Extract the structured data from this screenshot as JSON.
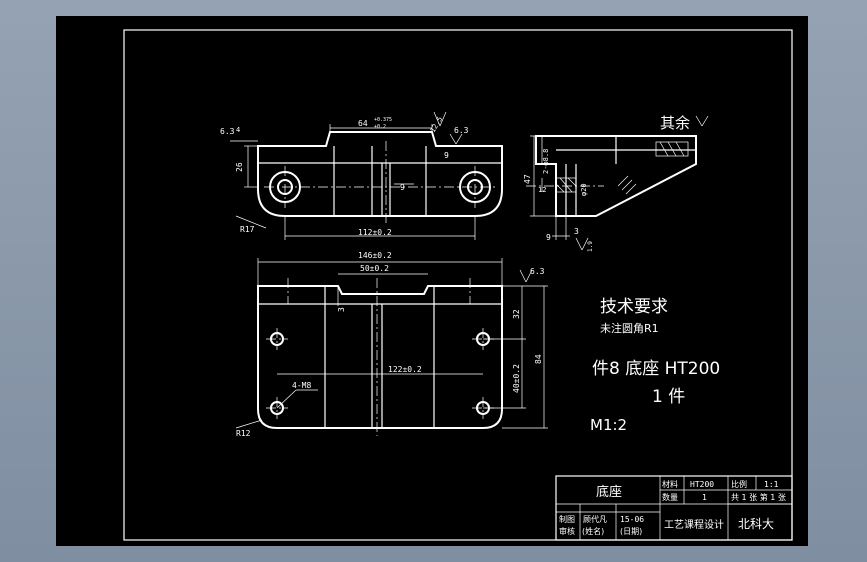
{
  "drawing": {
    "dims": {
      "d_64": "64",
      "tol_64_up": "+0.375",
      "tol_64_dn": "+0.2",
      "ra_63_a": "6.3",
      "d_4": "4",
      "d_26": "26",
      "d_9a": "9",
      "d_9b": "9",
      "ra_63_b": "6.3",
      "ra_125": "12.5",
      "r17": "R17",
      "d_112": "112±0.2",
      "d_146": "146±0.2",
      "d_50": "50±0.2",
      "ra_63_c": "6.3",
      "d_3": "3",
      "d_32": "32",
      "d_122": "122±0.2",
      "d_40": "40±0.2",
      "d_84": "84",
      "holes": "4-M8",
      "r12": "R12",
      "d_2phi": "2-φ8.8",
      "d_47": "47",
      "d_12": "12",
      "d_phi20": "φ20",
      "d_9c": "9",
      "d_3b": "3",
      "ra_19": "1.9"
    },
    "rest": "其余",
    "notes": {
      "title": "技术要求",
      "line1": "未注圆角R1",
      "part": "件8 底座 HT200",
      "qty": "1 件",
      "scale": "M1:2"
    },
    "title_block": {
      "name": "底座",
      "material_lbl": "材料",
      "material": "HT200",
      "ratio_lbl": "比例",
      "ratio": "1:1",
      "qty_lbl": "数量",
      "qty": "1",
      "sheets": "共 1 张 第 1 张",
      "drawn_lbl": "制图",
      "drawn_name": "顾代凡",
      "drawn_date": "15-06",
      "check_lbl": "审核",
      "check_name": "(姓名)",
      "check_date": "(日期)",
      "course": "工艺课程设计",
      "school": "北科大"
    }
  }
}
